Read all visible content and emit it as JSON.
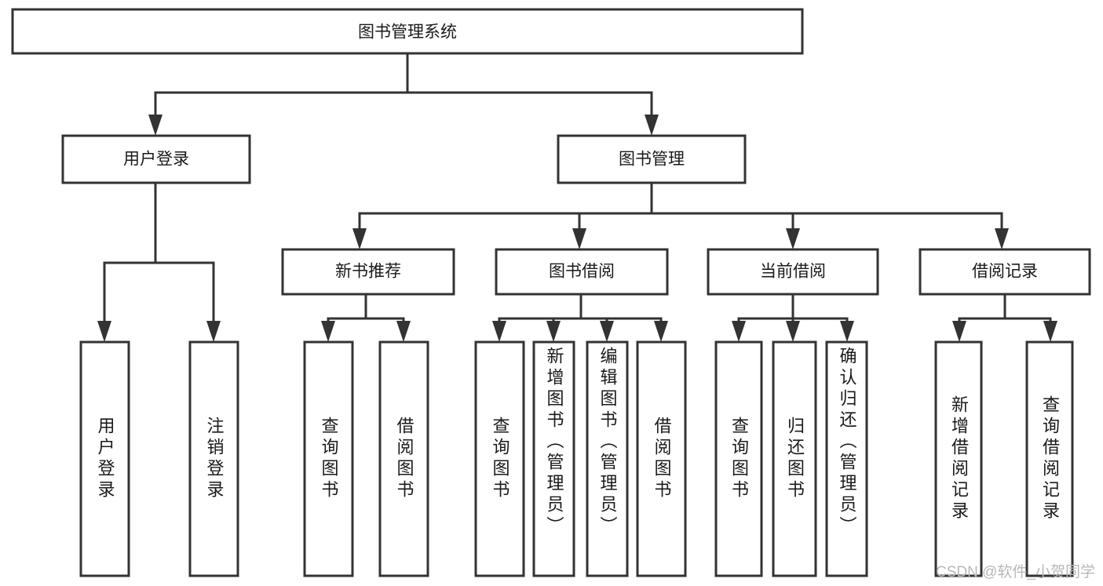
{
  "diagram": {
    "type": "tree",
    "title": "图书管理系统",
    "orientation": "top-down",
    "root": {
      "id": "root",
      "label": "图书管理系统",
      "text_direction": "horizontal"
    },
    "level2": [
      {
        "id": "user-login",
        "label": "用户登录",
        "text_direction": "horizontal"
      },
      {
        "id": "book-manage",
        "label": "图书管理",
        "text_direction": "horizontal"
      }
    ],
    "level3": [
      {
        "id": "new-book-recommend",
        "label": "新书推荐",
        "text_direction": "horizontal",
        "parent": "book-manage"
      },
      {
        "id": "book-borrow",
        "label": "图书借阅",
        "text_direction": "horizontal",
        "parent": "book-manage"
      },
      {
        "id": "current-borrow",
        "label": "当前借阅",
        "text_direction": "horizontal",
        "parent": "book-manage"
      },
      {
        "id": "borrow-record",
        "label": "借阅记录",
        "text_direction": "horizontal",
        "parent": "book-manage"
      }
    ],
    "leaves": {
      "user_login": [
        {
          "id": "leaf-user-login",
          "label": "用户登录",
          "text_direction": "vertical"
        },
        {
          "id": "leaf-logout",
          "label": "注销登录",
          "text_direction": "vertical"
        }
      ],
      "new_book_recommend": [
        {
          "id": "leaf-query-book-1",
          "label": "查询图书",
          "text_direction": "vertical"
        },
        {
          "id": "leaf-borrow-book-1",
          "label": "借阅图书",
          "text_direction": "vertical"
        }
      ],
      "book_borrow": [
        {
          "id": "leaf-query-book-2",
          "label": "查询图书",
          "text_direction": "vertical"
        },
        {
          "id": "leaf-add-book",
          "label": "新增图书（管理员）",
          "text_direction": "vertical"
        },
        {
          "id": "leaf-edit-book",
          "label": "编辑图书（管理员）",
          "text_direction": "vertical"
        },
        {
          "id": "leaf-borrow-book-2",
          "label": "借阅图书",
          "text_direction": "vertical"
        }
      ],
      "current_borrow": [
        {
          "id": "leaf-query-book-3",
          "label": "查询图书",
          "text_direction": "vertical"
        },
        {
          "id": "leaf-return-book",
          "label": "归还图书",
          "text_direction": "vertical"
        },
        {
          "id": "leaf-confirm-return",
          "label": "确认归还（管理员）",
          "text_direction": "vertical"
        }
      ],
      "borrow_record": [
        {
          "id": "leaf-add-record",
          "label": "新增借阅记录",
          "text_direction": "vertical"
        },
        {
          "id": "leaf-query-record",
          "label": "查询借阅记录",
          "text_direction": "vertical"
        }
      ]
    }
  },
  "colors": {
    "box_stroke": "#333333",
    "box_fill": "#ffffff",
    "connector": "#333333",
    "text": "#1a1a1a",
    "background": "#ffffff",
    "watermark": "#b8b8b8"
  },
  "watermark": {
    "text": "CSDN @软件_小贺同学"
  }
}
